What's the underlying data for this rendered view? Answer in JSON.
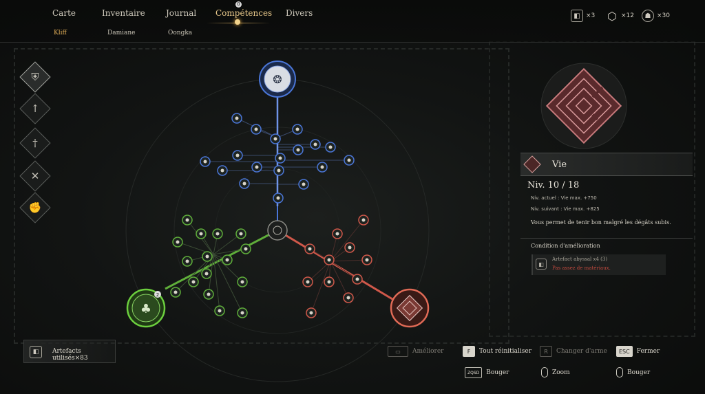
{
  "nav": {
    "tabs": [
      "Carte",
      "Inventaire",
      "Journal",
      "Compétences",
      "Divers"
    ],
    "active_tab": "Compétences",
    "badge": "0",
    "subtabs": [
      "Kliff",
      "Damiane",
      "Oongka"
    ],
    "active_subtab": "Kliff"
  },
  "currencies": [
    {
      "icon": "artefact-icon",
      "glyph": "◧",
      "count": "×3"
    },
    {
      "icon": "cube-icon",
      "glyph": "⬡",
      "count": "×12"
    },
    {
      "icon": "beast-head-icon",
      "glyph": "☗",
      "count": "×30"
    }
  ],
  "weapons": [
    {
      "name": "shield-icon",
      "glyph": "⛨"
    },
    {
      "name": "spear-icon",
      "glyph": "↑"
    },
    {
      "name": "sword-icon",
      "glyph": "†"
    },
    {
      "name": "crossed-blades-icon",
      "glyph": "✕"
    },
    {
      "name": "fist-icon",
      "glyph": "✊"
    }
  ],
  "branches": {
    "blue": {
      "icon": "wolf-emblem-icon",
      "color": "#4a76d8"
    },
    "green": {
      "icon": "tree-emblem-icon",
      "color": "#5fae3a",
      "badge": "2"
    },
    "red": {
      "icon": "maze-emblem-icon",
      "color": "#d0584a"
    }
  },
  "detail": {
    "title": "Vie",
    "level": "Niv. 10 / 18",
    "current": "Niv. actuel : Vie max. +750",
    "next": "Niv. suivant : Vie max. +825",
    "description": "Vous permet de tenir bon malgré les dégâts subis.",
    "condition_label": "Condition d'amélioration",
    "material": "Artefact abyssal x4 (3)",
    "warning": "Pas assez de matériaux."
  },
  "artefacts_used": "Artefacts utilisés×83",
  "hints": [
    {
      "key": "▭",
      "label": "Améliorer",
      "dim": true
    },
    {
      "key": "F",
      "label": "Tout réinitialiser",
      "dim": false
    },
    {
      "key": "R",
      "label": "Changer d'arme",
      "dim": true
    },
    {
      "key": "ESC",
      "label": "Fermer",
      "dim": false
    },
    {
      "key": "ZQSD",
      "label": "Bouger",
      "dim": false
    },
    {
      "key": "mouse-wheel",
      "label": "Zoom",
      "dim": false
    },
    {
      "key": "mouse",
      "label": "Bouger",
      "dim": false
    }
  ],
  "colors": {
    "gold": "#e9c98b",
    "blue": "#4a76d8",
    "green": "#5fae3a",
    "red": "#d0584a",
    "warn": "#c44a3e"
  }
}
